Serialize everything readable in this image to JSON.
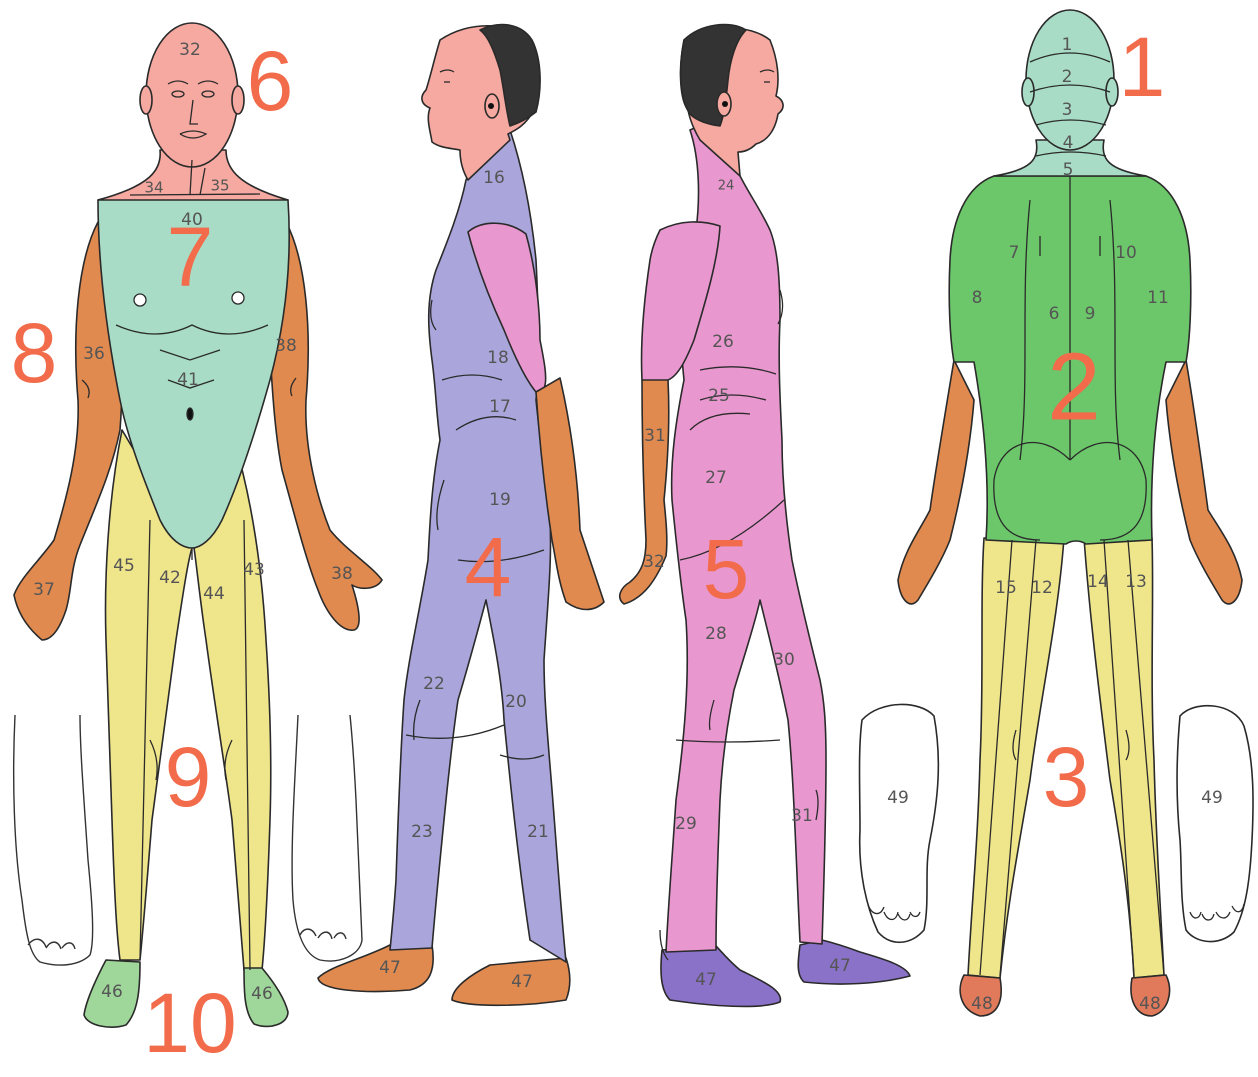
{
  "colors": {
    "head": "#f5a9a0",
    "hair": "#333333",
    "trunk_front": "#a8dcc6",
    "arm": "#e08a50",
    "leg": "#efe58a",
    "foot_front": "#9fd69a",
    "left_side": "#aaa6dc",
    "right_side": "#e998cf",
    "back": "#6cc76a",
    "back_head": "#a8dcc6",
    "sole": "#ffffff",
    "foot_purple": "#8b72c9",
    "heel": "#e07a5a",
    "big_numbers": "#f26b4a"
  },
  "icons": [
    "front-body-figure",
    "left-side-body-figure",
    "right-side-body-figure",
    "back-body-figure",
    "foot-outline",
    "sole-outline"
  ],
  "region_numbers": {
    "r1": "1",
    "r2": "2",
    "r3": "3",
    "r4": "4",
    "r5": "5",
    "r6": "6",
    "r7": "7",
    "r8": "8",
    "r9": "9",
    "r10": "10"
  },
  "zone_labels": {
    "z1": "1",
    "z2": "2",
    "z3": "3",
    "z4": "4",
    "z5": "5",
    "z6": "6",
    "z7": "7",
    "z8": "8",
    "z9": "9",
    "z10": "10",
    "z11": "11",
    "z12": "12",
    "z13": "13",
    "z14": "14",
    "z15": "15",
    "z16": "16",
    "z17": "17",
    "z18": "18",
    "z19": "19",
    "z20": "20",
    "z21": "21",
    "z22": "22",
    "z23": "23",
    "z24": "24",
    "z25": "25",
    "z26": "26",
    "z27": "27",
    "z28": "28",
    "z29": "29",
    "z30": "30",
    "z31a": "31",
    "z31b": "31",
    "z32a": "32",
    "z32b": "32",
    "z34": "34",
    "z35": "35",
    "z36": "36",
    "z37": "37",
    "z38a": "38",
    "z38b": "38",
    "z40": "40",
    "z41": "41",
    "z42": "42",
    "z43": "43",
    "z44": "44",
    "z45": "45",
    "z46a": "46",
    "z46b": "46",
    "z47a": "47",
    "z47b": "47",
    "z47c": "47",
    "z47d": "47",
    "z48a": "48",
    "z48b": "48",
    "z49a": "49",
    "z49b": "49"
  }
}
